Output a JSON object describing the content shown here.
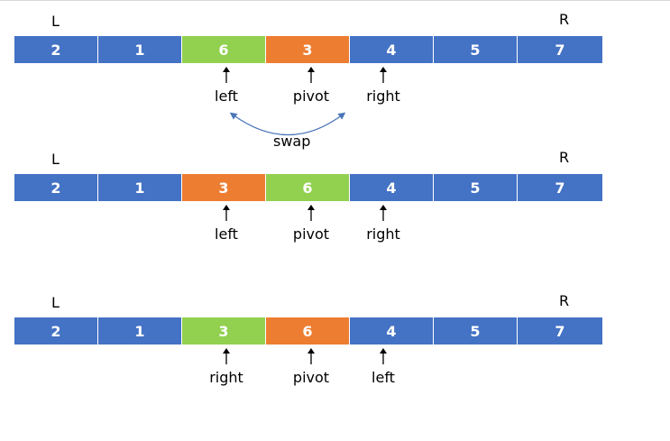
{
  "colors": {
    "default": "#4472c4",
    "green": "#92d050",
    "orange": "#ed7d31"
  },
  "rows": [
    {
      "left_marker": "L",
      "right_marker": "R",
      "cells": [
        {
          "value": "2",
          "color": "#4472c4"
        },
        {
          "value": "1",
          "color": "#4472c4"
        },
        {
          "value": "6",
          "color": "#92d050"
        },
        {
          "value": "3",
          "color": "#ed7d31"
        },
        {
          "value": "4",
          "color": "#4472c4"
        },
        {
          "value": "5",
          "color": "#4472c4"
        },
        {
          "value": "7",
          "color": "#4472c4"
        }
      ],
      "pointers": [
        {
          "label": "left",
          "index": 2
        },
        {
          "label": "pivot",
          "index": 3
        },
        {
          "label": "right",
          "index": 4
        }
      ]
    },
    {
      "left_marker": "L",
      "right_marker": "R",
      "cells": [
        {
          "value": "2",
          "color": "#4472c4"
        },
        {
          "value": "1",
          "color": "#4472c4"
        },
        {
          "value": "3",
          "color": "#ed7d31"
        },
        {
          "value": "6",
          "color": "#92d050"
        },
        {
          "value": "4",
          "color": "#4472c4"
        },
        {
          "value": "5",
          "color": "#4472c4"
        },
        {
          "value": "7",
          "color": "#4472c4"
        }
      ],
      "pointers": [
        {
          "label": "left",
          "index": 2
        },
        {
          "label": "pivot",
          "index": 3
        },
        {
          "label": "right",
          "index": 4
        }
      ]
    },
    {
      "left_marker": "L",
      "right_marker": "R",
      "cells": [
        {
          "value": "2",
          "color": "#4472c4"
        },
        {
          "value": "1",
          "color": "#4472c4"
        },
        {
          "value": "3",
          "color": "#92d050"
        },
        {
          "value": "6",
          "color": "#ed7d31"
        },
        {
          "value": "4",
          "color": "#4472c4"
        },
        {
          "value": "5",
          "color": "#4472c4"
        },
        {
          "value": "7",
          "color": "#4472c4"
        }
      ],
      "pointers": [
        {
          "label": "right",
          "index": 2
        },
        {
          "label": "pivot",
          "index": 3
        },
        {
          "label": "left",
          "index": 4
        }
      ]
    }
  ],
  "swap": {
    "label": "swap",
    "arrow_color": "#4a76b8"
  }
}
